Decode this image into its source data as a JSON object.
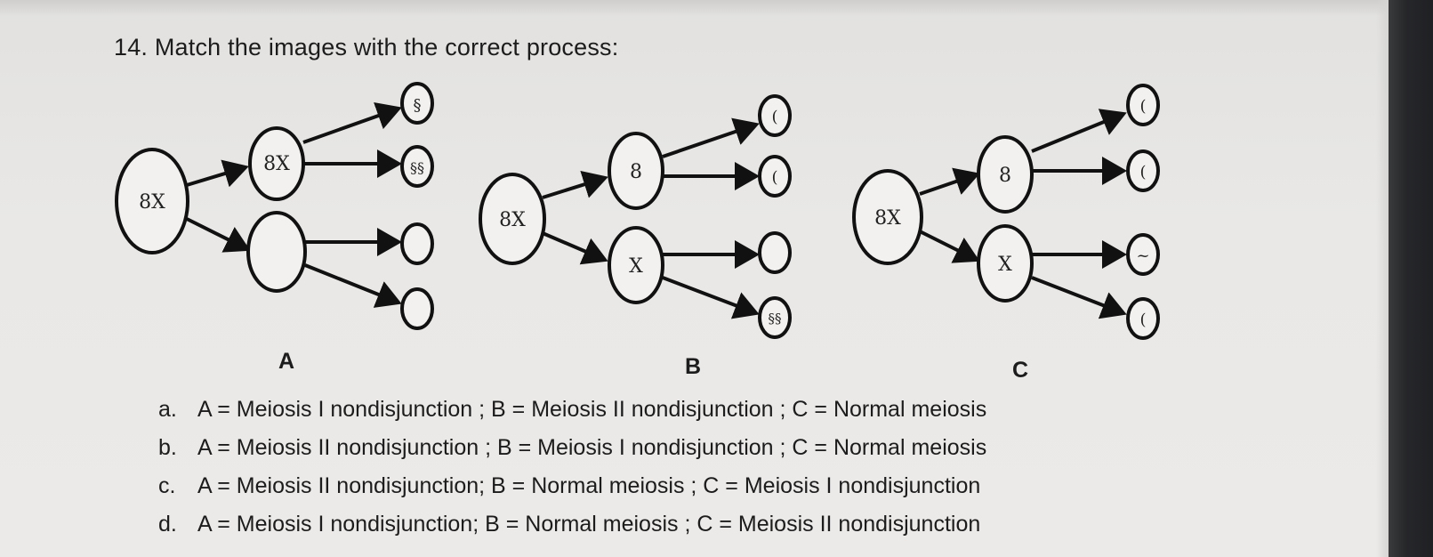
{
  "question": {
    "number": "14.",
    "text": "Match the images with the correct process:"
  },
  "diagrams": [
    {
      "label": "A",
      "parent": "8X",
      "children": [
        "8X",
        ""
      ],
      "gametes": [
        "§",
        "§§",
        "",
        ""
      ]
    },
    {
      "label": "B",
      "parent": "8X",
      "children": [
        "8",
        "X"
      ],
      "gametes": [
        "(",
        "(",
        "",
        "§§"
      ]
    },
    {
      "label": "C",
      "parent": "8X",
      "children": [
        "8",
        "X"
      ],
      "gametes": [
        "(",
        "(",
        "~",
        "("
      ]
    }
  ],
  "options": [
    {
      "letter": "a.",
      "text": "A = Meiosis I nondisjunction ; B = Meiosis II nondisjunction ; C = Normal meiosis"
    },
    {
      "letter": "b.",
      "text": "A = Meiosis II nondisjunction ; B = Meiosis I nondisjunction ; C = Normal meiosis"
    },
    {
      "letter": "c.",
      "text": "A = Meiosis II nondisjunction; B = Normal meiosis ; C = Meiosis I nondisjunction"
    },
    {
      "letter": "d.",
      "text": "A = Meiosis I nondisjunction; B = Normal meiosis ; C = Meiosis II nondisjunction"
    }
  ]
}
